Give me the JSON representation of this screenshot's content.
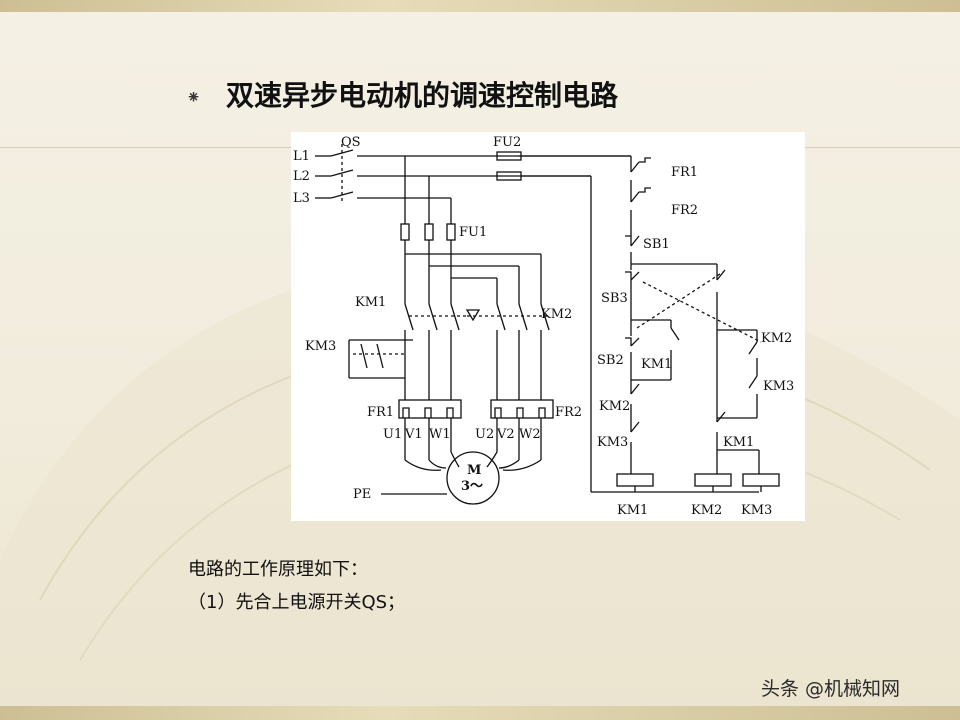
{
  "slide": {
    "title": "双速异步电动机的调速控制电路",
    "bullet": "⁕",
    "body_line1": "电路的工作原理如下：",
    "body_line2": "（1）先合上电源开关QS；",
    "watermark": "头条 @机械知网"
  },
  "diagram": {
    "labels": {
      "L1": "L1",
      "L2": "L2",
      "L3": "L3",
      "QS": "QS",
      "FU1": "FU1",
      "FU2": "FU2",
      "KM1_main": "KM1",
      "KM2_main": "KM2",
      "KM3_main": "KM3",
      "FR1_main": "FR1",
      "FR2_main": "FR2",
      "U1": "U1",
      "V1": "V1",
      "W1": "W1",
      "U2": "U2",
      "V2": "V2",
      "W2": "W2",
      "M": "M",
      "M3": "3～",
      "PE": "PE",
      "FR1_ctrl": "FR1",
      "FR2_ctrl": "FR2",
      "SB1": "SB1",
      "SB3": "SB3",
      "SB2": "SB2",
      "KM1_a": "KM1",
      "KM2_a": "KM2",
      "KM3_a": "KM3",
      "KM2_b": "KM2",
      "KM3_b": "KM3",
      "KM1_b": "KM1",
      "coil_KM1": "KM1",
      "coil_KM2": "KM2",
      "coil_KM3": "KM3"
    }
  }
}
